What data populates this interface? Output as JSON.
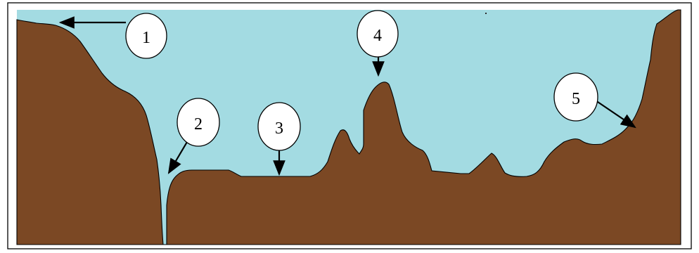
{
  "diagram": {
    "colors": {
      "water": "#a3dbe2",
      "land": "#7b4824",
      "outline": "#000000",
      "background": "#ffffff",
      "callout_fill": "#ffffff"
    },
    "labels": [
      {
        "id": "1",
        "text": "1"
      },
      {
        "id": "2",
        "text": "2"
      },
      {
        "id": "3",
        "text": "3"
      },
      {
        "id": "4",
        "text": "4"
      },
      {
        "id": "5",
        "text": "5"
      }
    ]
  }
}
